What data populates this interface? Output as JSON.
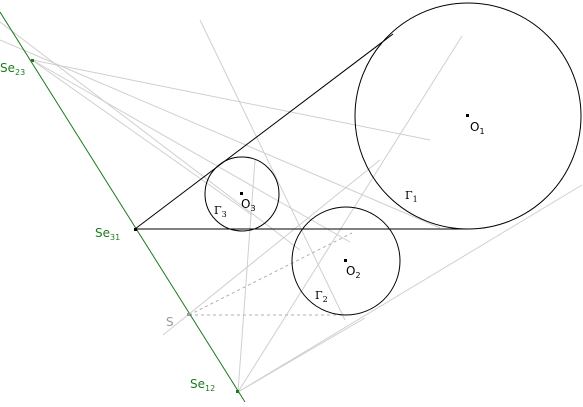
{
  "colors": {
    "background": "#ffffff",
    "construction_gray": "#cfcfcf",
    "dashed_gray": "#b0b0b0",
    "solid_black": "#000000",
    "axis_green": "#1e7a1e",
    "label_gray": "#9a9a9a"
  },
  "labels": {
    "se23": {
      "main": "Se",
      "sub": "23"
    },
    "se31": {
      "main": "Se",
      "sub": "31"
    },
    "se12": {
      "main": "Se",
      "sub": "12"
    },
    "s": {
      "main": "S"
    },
    "o1": {
      "main": "O",
      "sub": "1"
    },
    "o2": {
      "main": "O",
      "sub": "2"
    },
    "o3": {
      "main": "O",
      "sub": "3"
    },
    "gamma1": {
      "main": "Γ",
      "sub": "1"
    },
    "gamma2": {
      "main": "Γ",
      "sub": "2"
    },
    "gamma3": {
      "main": "Γ",
      "sub": "3"
    }
  }
}
